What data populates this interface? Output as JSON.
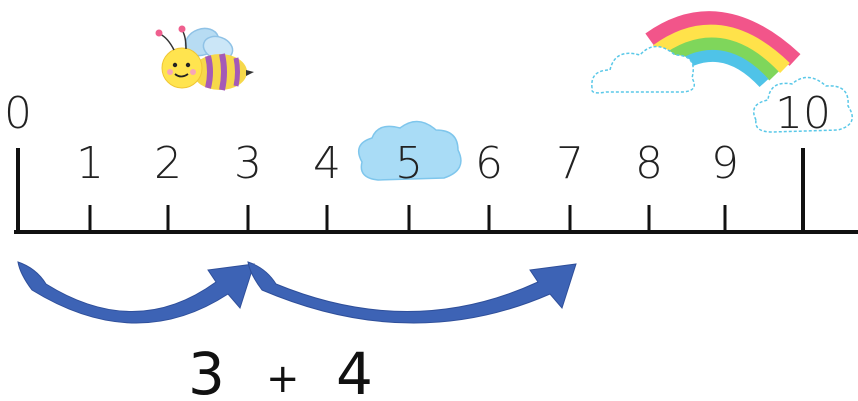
{
  "number_line": {
    "labels": [
      "0",
      "1",
      "2",
      "3",
      "4",
      "5",
      "6",
      "7",
      "8",
      "9",
      "10"
    ],
    "line_color": "#111111",
    "highlight_label": "5"
  },
  "jumps": {
    "color": "#3d63b5",
    "from_values": [
      0,
      3
    ],
    "to_values": [
      3,
      7
    ]
  },
  "equation": {
    "first": "3",
    "operator": "+",
    "second": "4"
  },
  "decorations": {
    "bee": "bee-icon",
    "rainbow": "rainbow-icon",
    "clouds": [
      "cloud-icon",
      "cloud-icon",
      "cloud-icon"
    ],
    "highlight_cloud_color": "#a9dcf6",
    "rainbow_colors": [
      "#f2558a",
      "#ffe24a",
      "#7fd65b",
      "#4fc3e8"
    ]
  }
}
